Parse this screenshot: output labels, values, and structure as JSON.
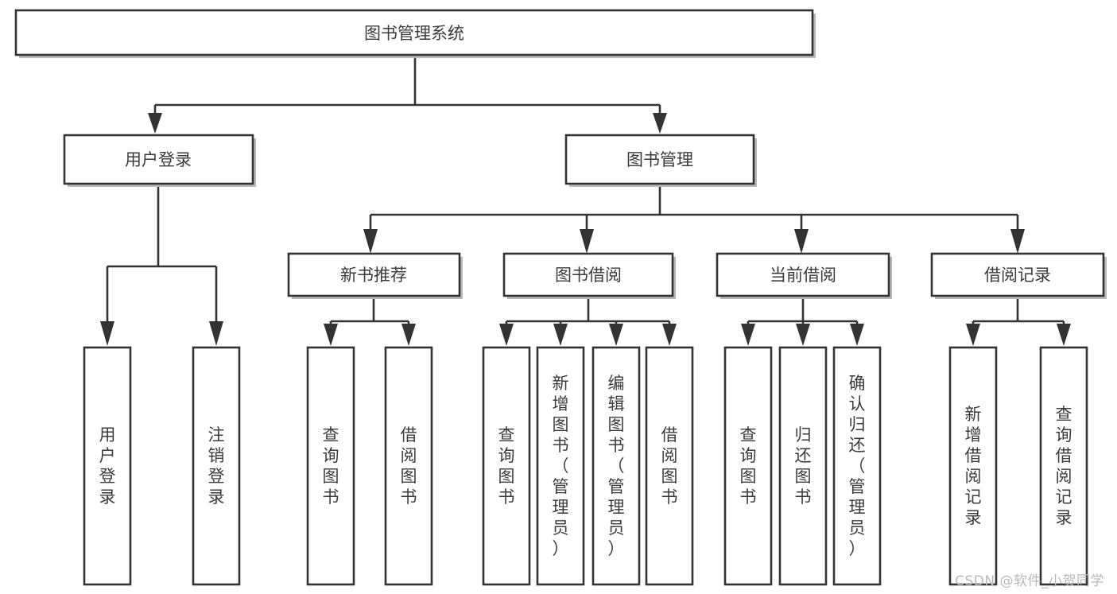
{
  "diagram": {
    "type": "tree-hierarchy",
    "title": "图书管理系统",
    "watermark": "CSDN @软件_小贺同学",
    "nodes": {
      "root": {
        "label": "图书管理系统",
        "level": 1
      },
      "user_login": {
        "label": "用户登录",
        "level": 2
      },
      "book_manage": {
        "label": "图书管理",
        "level": 2
      },
      "new_book_rec": {
        "label": "新书推荐",
        "level": 3
      },
      "book_borrow": {
        "label": "图书借阅",
        "level": 3
      },
      "current_borrow": {
        "label": "当前借阅",
        "level": 3
      },
      "borrow_record": {
        "label": "借阅记录",
        "level": 3
      },
      "leaf_user_login": {
        "label": "用户登录",
        "level": 4
      },
      "leaf_logout": {
        "label": "注销登录",
        "level": 4
      },
      "leaf_query_book_1": {
        "label": "查询图书",
        "level": 4
      },
      "leaf_borrow_book_1": {
        "label": "借阅图书",
        "level": 4
      },
      "leaf_query_book_2": {
        "label": "查询图书",
        "level": 4
      },
      "leaf_add_book": {
        "label": "新增图书（管理员）",
        "level": 4
      },
      "leaf_edit_book": {
        "label": "编辑图书（管理员）",
        "level": 4
      },
      "leaf_borrow_book_2": {
        "label": "借阅图书",
        "level": 4
      },
      "leaf_query_book_3": {
        "label": "查询图书",
        "level": 4
      },
      "leaf_return_book": {
        "label": "归还图书",
        "level": 4
      },
      "leaf_confirm_return": {
        "label": "确认归还（管理员）",
        "level": 4
      },
      "leaf_add_record": {
        "label": "新增借阅记录",
        "level": 4
      },
      "leaf_query_record": {
        "label": "查询借阅记录",
        "level": 4
      }
    },
    "edges": [
      {
        "from": "root",
        "to": "user_login"
      },
      {
        "from": "root",
        "to": "book_manage"
      },
      {
        "from": "user_login",
        "to": "leaf_user_login"
      },
      {
        "from": "user_login",
        "to": "leaf_logout"
      },
      {
        "from": "book_manage",
        "to": "new_book_rec"
      },
      {
        "from": "book_manage",
        "to": "book_borrow"
      },
      {
        "from": "book_manage",
        "to": "current_borrow"
      },
      {
        "from": "book_manage",
        "to": "borrow_record"
      },
      {
        "from": "new_book_rec",
        "to": "leaf_query_book_1"
      },
      {
        "from": "new_book_rec",
        "to": "leaf_borrow_book_1"
      },
      {
        "from": "book_borrow",
        "to": "leaf_query_book_2"
      },
      {
        "from": "book_borrow",
        "to": "leaf_add_book"
      },
      {
        "from": "book_borrow",
        "to": "leaf_edit_book"
      },
      {
        "from": "book_borrow",
        "to": "leaf_borrow_book_2"
      },
      {
        "from": "current_borrow",
        "to": "leaf_query_book_3"
      },
      {
        "from": "current_borrow",
        "to": "leaf_return_book"
      },
      {
        "from": "current_borrow",
        "to": "leaf_confirm_return"
      },
      {
        "from": "borrow_record",
        "to": "leaf_add_record"
      },
      {
        "from": "borrow_record",
        "to": "leaf_query_record"
      }
    ],
    "colors": {
      "box_fill": "#ffffff",
      "box_stroke": "#333333",
      "text": "#3b3b3b",
      "shadow": "#b8b8b8",
      "watermark": "#b9b9b9",
      "background": "#ffffff"
    }
  }
}
